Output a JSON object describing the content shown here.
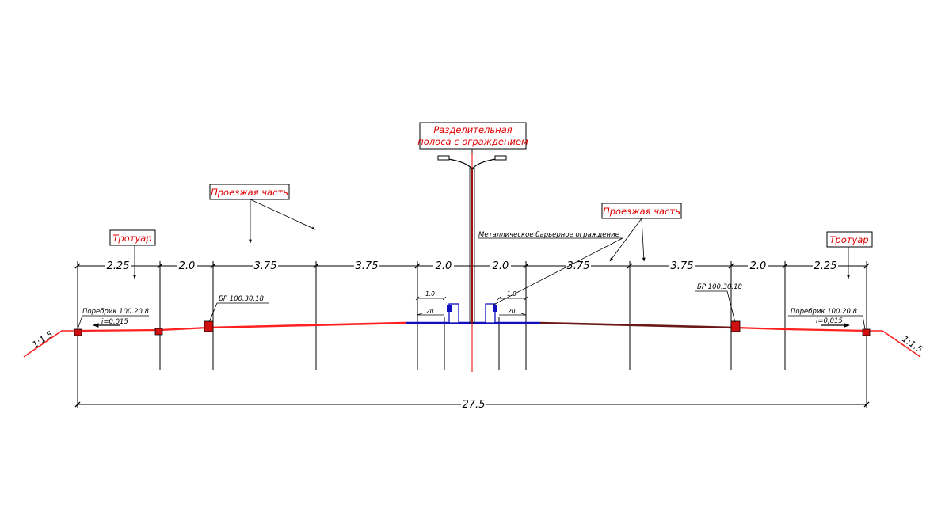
{
  "colors": {
    "road": "#ff2020",
    "road_dark": "#5a1414",
    "median": "#1010c0",
    "pole": "#a01010",
    "label_text": "#e00000",
    "line": "#000000"
  },
  "tags": {
    "roadway_left": "Проезжая часть",
    "roadway_right": "Проезжая часть",
    "sidewalk_left": "Тротуар",
    "sidewalk_right": "Тротуар",
    "median_line1": "Разделительная",
    "median_line2": "полоса с ограждением"
  },
  "dimensions": {
    "segments": [
      "2.25",
      "2.0",
      "3.75",
      "3.75",
      "2.0",
      "2.0",
      "3.75",
      "3.75",
      "2.0",
      "2.25"
    ],
    "total": "27.5",
    "offset_left": "1.0",
    "offset_right": "1.0",
    "dist_left": "20",
    "dist_right": "20"
  },
  "annotations": {
    "barrier": "Металлическое барьерное ограждение",
    "curb_big_left": "БР 100.30.18",
    "curb_big_right": "БР 100.30.18",
    "curb_small_left": "Поребрик 100.20.8",
    "curb_small_right": "Поребрик 100.20.8",
    "slope_left": "i=0,015",
    "slope_right": "i=0,015",
    "embank_left": "1:1.5",
    "embank_right": "1:1.5"
  }
}
